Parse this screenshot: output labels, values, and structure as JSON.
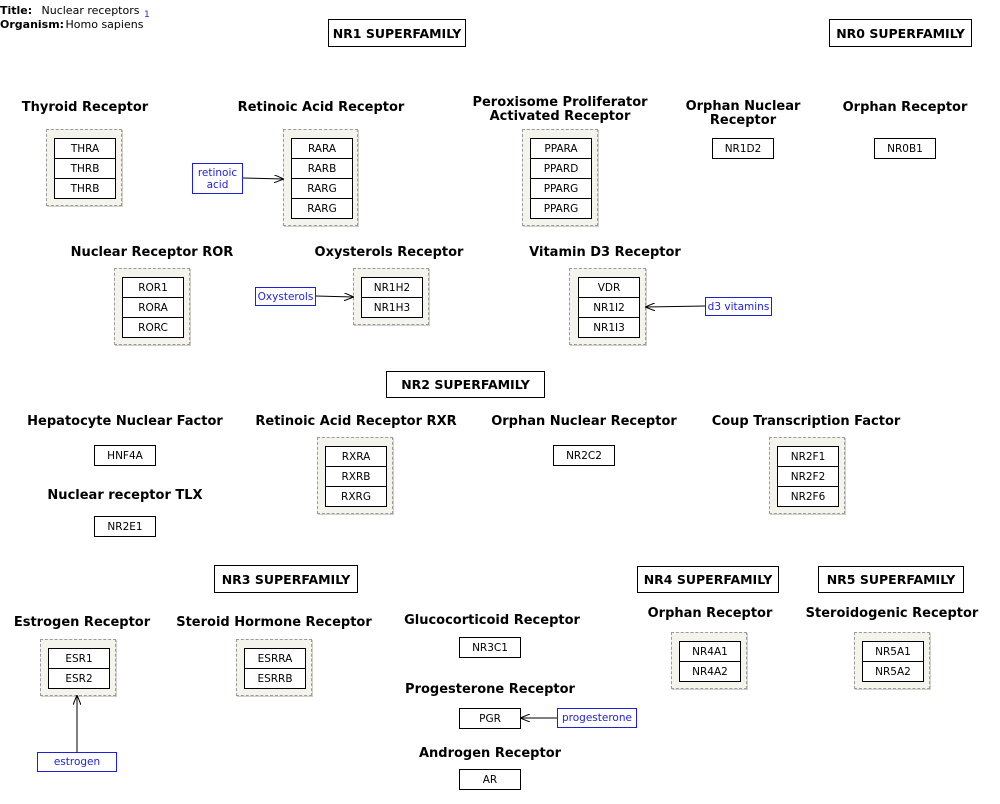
{
  "meta": {
    "title_key": "Title:",
    "title": "Nuclear receptors",
    "organism_key": "Organism:",
    "organism": "Homo sapiens",
    "ref": "1"
  },
  "superfamilies": {
    "nr1": "NR1 SUPERFAMILY",
    "nr0": "NR0 SUPERFAMILY",
    "nr2": "NR2 SUPERFAMILY",
    "nr3": "NR3 SUPERFAMILY",
    "nr4": "NR4 SUPERFAMILY",
    "nr5": "NR5 SUPERFAMILY"
  },
  "labels": {
    "thyroid": "Thyroid Receptor",
    "retinoic": "Retinoic Acid Receptor",
    "ppar": "Peroxisome Proliferator\nActivated Receptor",
    "orphan_nuclear_1": "Orphan Nuclear\nReceptor",
    "orphan_receptor_nr0": "Orphan Receptor",
    "ror": "Nuclear Receptor ROR",
    "oxysterols": "Oxysterols Receptor",
    "vitd3": "Vitamin D3 Receptor",
    "hnf": "Hepatocyte Nuclear Factor",
    "rxr": "Retinoic Acid Receptor RXR",
    "orphan_nuclear_2": "Orphan Nuclear Receptor",
    "coup": "Coup Transcription Factor",
    "tlx": "Nuclear receptor TLX",
    "estrogen": "Estrogen Receptor",
    "steroid": "Steroid Hormone Receptor",
    "gluco": "Glucocorticoid Receptor",
    "proges": "Progesterone Receptor",
    "androgen": "Androgen Receptor",
    "orphan_nr4": "Orphan Receptor",
    "steroidogenic": "Steroidogenic Receptor"
  },
  "genes": {
    "thyroid": [
      "THRA",
      "THRB",
      "THRB"
    ],
    "retinoic": [
      "RARA",
      "RARB",
      "RARG",
      "RARG"
    ],
    "ppar": [
      "PPARA",
      "PPARD",
      "PPARG",
      "PPARG"
    ],
    "orphan_nuclear_1": [
      "NR1D2"
    ],
    "orphan_receptor_nr0": [
      "NR0B1"
    ],
    "ror": [
      "ROR1",
      "RORA",
      "RORC"
    ],
    "oxysterols": [
      "NR1H2",
      "NR1H3"
    ],
    "vitd3": [
      "VDR",
      "NR1I2",
      "NR1I3"
    ],
    "hnf": [
      "HNF4A"
    ],
    "rxr": [
      "RXRA",
      "RXRB",
      "RXRG"
    ],
    "orphan_nuclear_2": [
      "NR2C2"
    ],
    "coup": [
      "NR2F1",
      "NR2F2",
      "NR2F6"
    ],
    "tlx": [
      "NR2E1"
    ],
    "estrogen": [
      "ESR1",
      "ESR2"
    ],
    "steroid": [
      "ESRRA",
      "ESRRB"
    ],
    "gluco": [
      "NR3C1"
    ],
    "proges": [
      "PGR"
    ],
    "androgen": [
      "AR"
    ],
    "orphan_nr4": [
      "NR4A1",
      "NR4A2"
    ],
    "steroidogenic": [
      "NR5A1",
      "NR5A2"
    ]
  },
  "metabolites": {
    "retinoic_acid": "retinoic\nacid",
    "oxysterols": "Oxysterols",
    "d3": "d3 vitamins",
    "estrogen": "estrogen",
    "progesterone": "progesterone"
  },
  "colors": {
    "metabolite": "#1f1fd8",
    "group_fill": "#f4f4ec"
  }
}
